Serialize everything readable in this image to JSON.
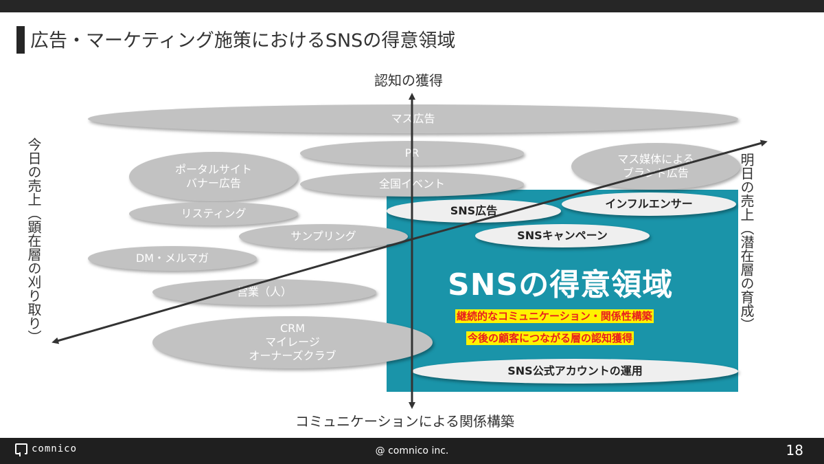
{
  "header": {
    "title": "広告・マーケティング施策におけるSNSの得意領域"
  },
  "axes": {
    "top": "認知の獲得",
    "bottom": "コミュニケーションによる関係構築",
    "left": "今日の売上（顕在層の刈り取り）",
    "right": "明日の売上（潜在層の育成）"
  },
  "region": {
    "title": "SNSの得意領域",
    "point1": "継続的なコミュニケーション・関係性構築",
    "point2": "今後の顧客につながる層の認知獲得"
  },
  "items": {
    "mass": "マス広告",
    "pr": "PR",
    "portal": "ポータルサイト\nバナー広告",
    "event": "全国イベント",
    "mass_brand": "マス媒体による\nブランド広告",
    "listing": "リスティング",
    "sampling": "サンプリング",
    "dm": "DM・メルマガ",
    "sales": "営業（人）",
    "crm": "CRM\nマイレージ\nオーナーズクラブ",
    "sns_ad": "SNS広告",
    "influencer": "インフルエンサー",
    "sns_campaign": "SNSキャンペーン",
    "sns_account": "SNS公式アカウントの運用"
  },
  "footer": {
    "logo": "comnico",
    "copyright": "@ comnico inc.",
    "page": "18"
  }
}
